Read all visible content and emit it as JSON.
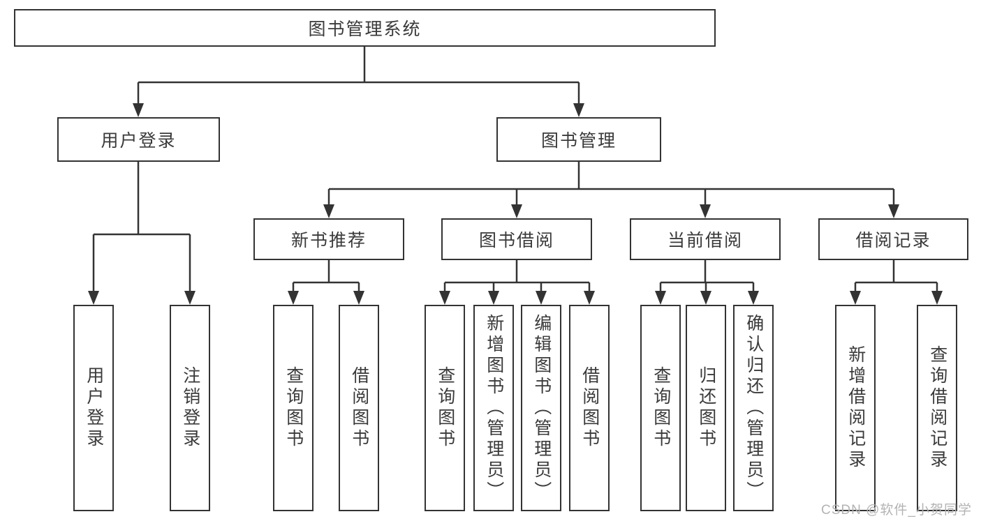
{
  "diagram": {
    "root": {
      "label": "图书管理系统"
    },
    "branches": [
      {
        "label": "用户登录",
        "children": [
          {
            "label": "用户登录"
          },
          {
            "label": "注销登录"
          }
        ]
      },
      {
        "label": "图书管理",
        "children": [
          {
            "label": "新书推荐",
            "children": [
              {
                "label": "查询图书"
              },
              {
                "label": "借阅图书"
              }
            ]
          },
          {
            "label": "图书借阅",
            "children": [
              {
                "label": "查询图书"
              },
              {
                "label": "新增图书（管理员）"
              },
              {
                "label": "编辑图书（管理员）"
              },
              {
                "label": "借阅图书"
              }
            ]
          },
          {
            "label": "当前借阅",
            "children": [
              {
                "label": "查询图书"
              },
              {
                "label": "归还图书"
              },
              {
                "label": "确认归还（管理员）"
              }
            ]
          },
          {
            "label": "借阅记录",
            "children": [
              {
                "label": "新增借阅记录"
              },
              {
                "label": "查询借阅记录"
              }
            ]
          }
        ]
      }
    ],
    "colors": {
      "line": "#333333",
      "box_border": "#333333",
      "box_background": "#ffffff",
      "text": "#3a3a3a",
      "watermark": "#b3b3b3"
    }
  },
  "watermark": {
    "text": "CSDN @软件_小贺同学"
  }
}
